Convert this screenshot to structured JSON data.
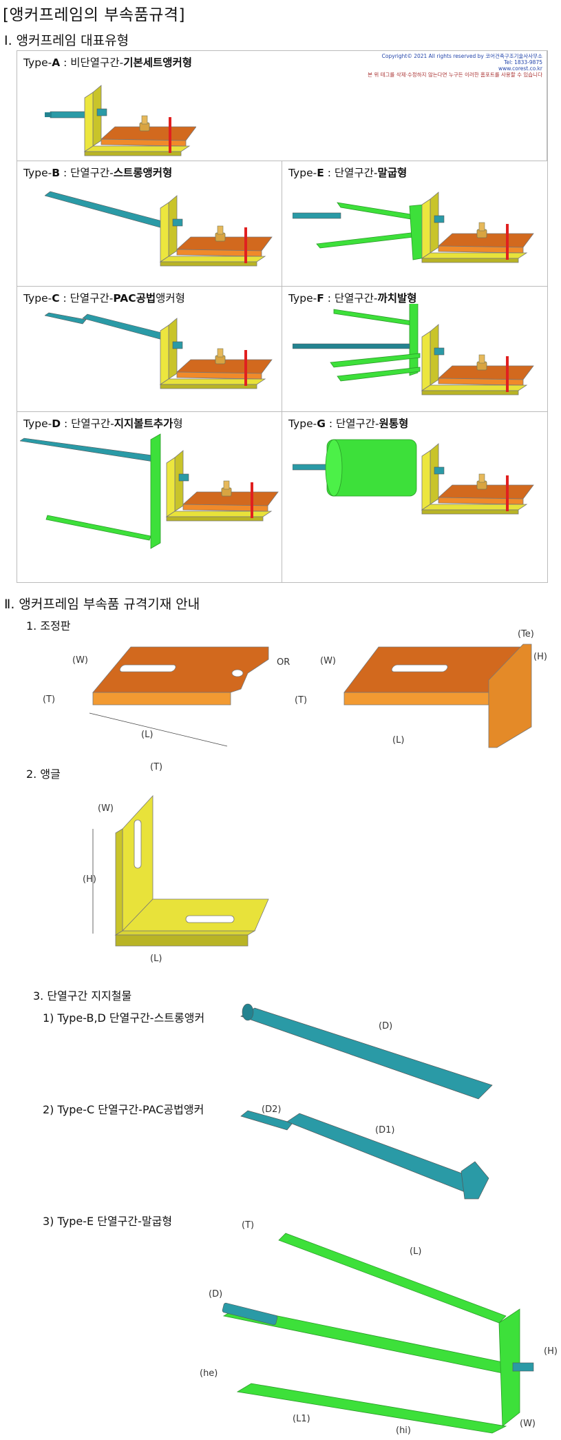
{
  "title": "[앵커프레임의 부속품규격]",
  "section1": {
    "title": "Ⅰ. 앵커프레임 대표유형",
    "copyright": {
      "line1": "Copyright© 2021 All rights reserved by 코어건축구조기술사사무소",
      "line2": "Tel: 1833-9875",
      "line3": "www.corest.co.kr",
      "line4": "본 위 테그를 삭제·수정하지 않는다면 누구든 이러한 홈포트를 사용할 수 있습니다"
    },
    "types": [
      {
        "prefix": "Type-",
        "letter": "A",
        "sep": " : ",
        "desc": "비단열구간-",
        "bold": "기본세트앵커형",
        "suffix": ""
      },
      {
        "prefix": "Type-",
        "letter": "B",
        "sep": " : ",
        "desc": "단열구간-",
        "bold": "스트롱앵커형",
        "suffix": ""
      },
      {
        "prefix": "Type-",
        "letter": "E",
        "sep": " : ",
        "desc": "단열구간-",
        "bold": "말굽형",
        "suffix": ""
      },
      {
        "prefix": "Type-",
        "letter": "C",
        "sep": " : ",
        "desc": "단열구간-",
        "bold": "PAC공법",
        "suffix": "앵커형"
      },
      {
        "prefix": "Type-",
        "letter": "F",
        "sep": " : ",
        "desc": "단열구간-",
        "bold": "까치발형",
        "suffix": ""
      },
      {
        "prefix": "Type-",
        "letter": "D",
        "sep": " : ",
        "desc": "단열구간-",
        "bold": "지지볼트추가",
        "suffix": "형"
      },
      {
        "prefix": "Type-",
        "letter": "G",
        "sep": " : ",
        "desc": "단열구간-",
        "bold": "원통형",
        "suffix": ""
      }
    ]
  },
  "section2": {
    "title": "Ⅱ. 앵커프레임 부속품 규격기재 안내",
    "item1": "1. 조정판",
    "or": "OR",
    "item2": "2. 앵글",
    "item3": "3. 단열구간 지지철물",
    "sub1": "1) Type-B,D 단열구간-스트롱앵커",
    "sub2": "2) Type-C 단열구간-PAC공법앵커",
    "sub3": "3) Type-E 단열구간-말굽형"
  },
  "dims": {
    "W": "(W)",
    "T": "(T)",
    "L": "(L)",
    "H": "(H)",
    "Te": "(Te)",
    "D": "(D)",
    "D1": "(D1)",
    "D2": "(D2)",
    "L1": "(L1)",
    "he": "(he)",
    "hi": "(hi)"
  },
  "colors": {
    "orange": "#e07a1a",
    "yellow": "#e8e23a",
    "teal": "#2a9aa6",
    "green": "#3de03a",
    "red": "#e02020"
  }
}
